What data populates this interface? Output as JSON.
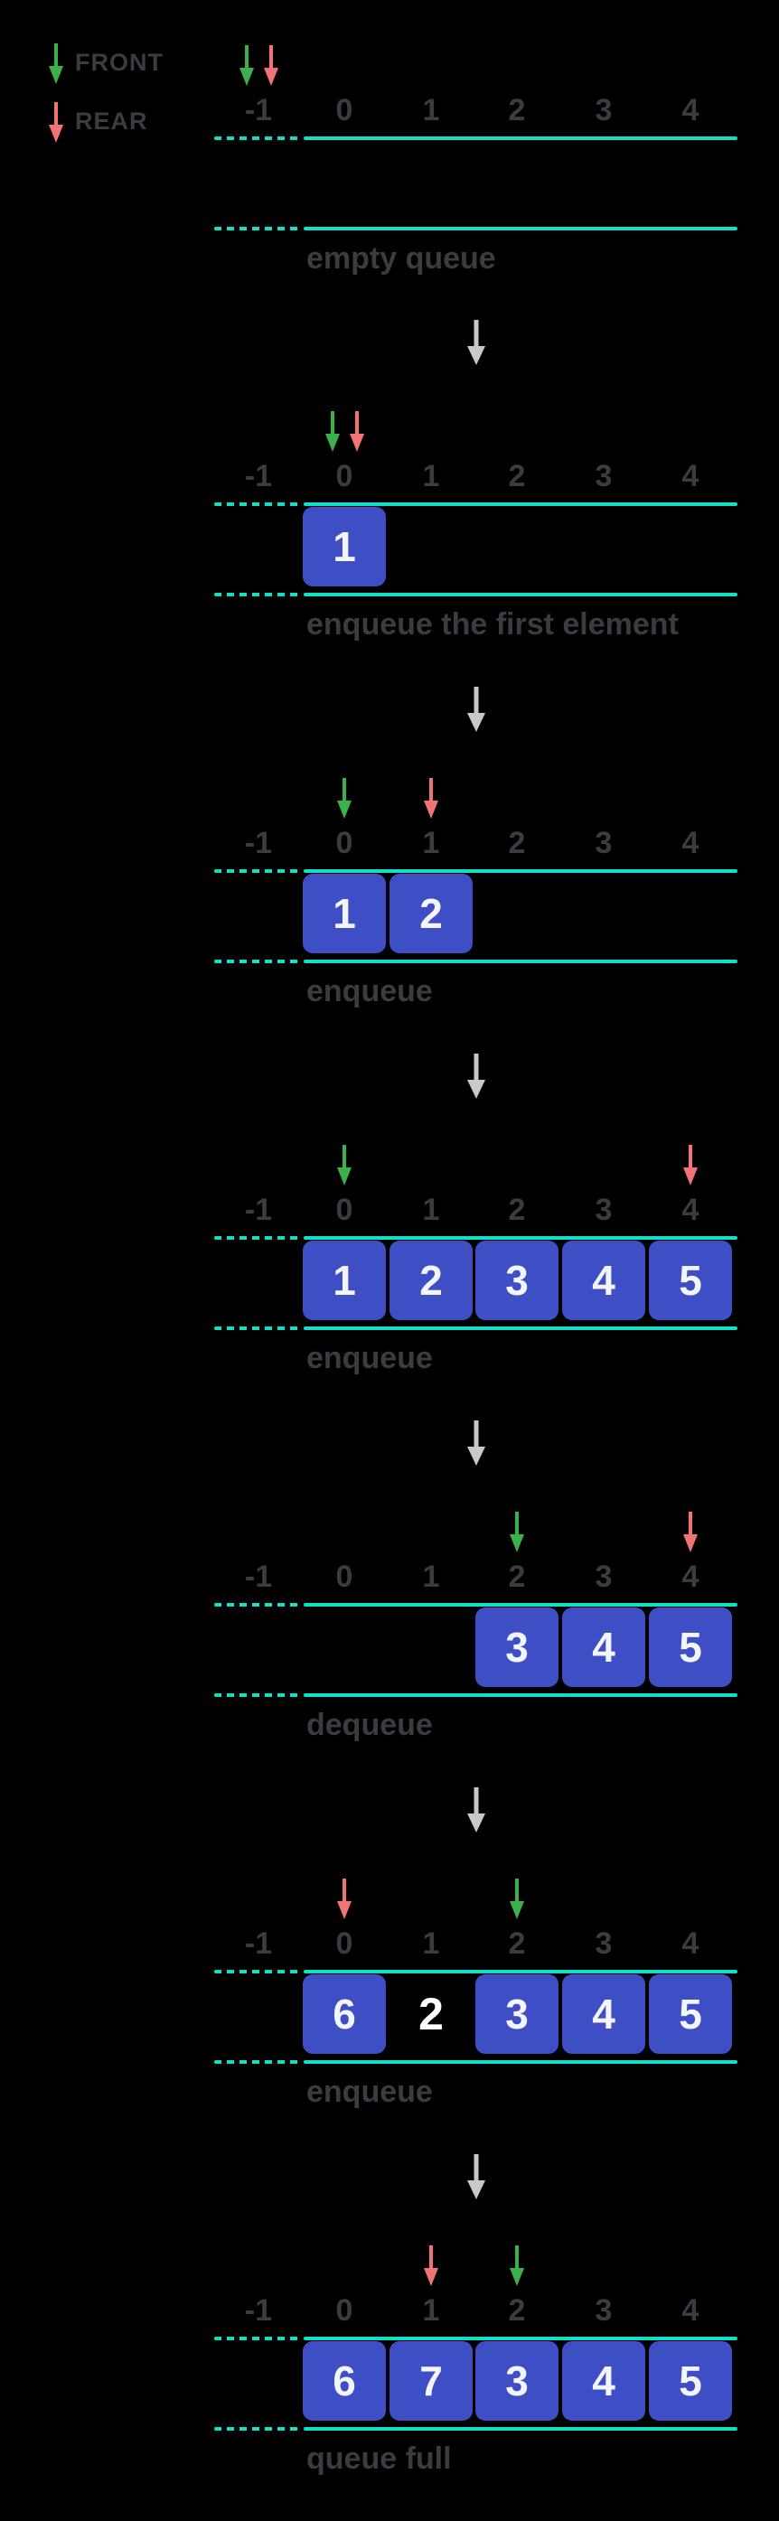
{
  "colors": {
    "bg": "#000000",
    "track": "#12E0C6",
    "box": "#3E4EC5",
    "boxText": "#F4F5FC",
    "plain": "#FFFFFF",
    "label": "#3B3C42",
    "front": "#3CB04A",
    "rear": "#F17373",
    "transition": "#C9C9C9"
  },
  "legend": {
    "front_label": "FRONT",
    "rear_label": "REAR"
  },
  "indices": [
    "-1",
    "0",
    "1",
    "2",
    "3",
    "4"
  ],
  "sections": [
    {
      "id": "empty-queue",
      "caption": "empty queue",
      "front_at": "-1",
      "rear_at": "-1",
      "arrows_paired": true,
      "cells": []
    },
    {
      "id": "enqueue-first",
      "caption": "enqueue the first element",
      "front_at": "0",
      "rear_at": "0",
      "arrows_paired": true,
      "cells": [
        {
          "index": "0",
          "value": "1",
          "boxed": true
        }
      ]
    },
    {
      "id": "enqueue-second",
      "caption": "enqueue",
      "front_at": "0",
      "rear_at": "1",
      "arrows_paired": false,
      "cells": [
        {
          "index": "0",
          "value": "1",
          "boxed": true
        },
        {
          "index": "1",
          "value": "2",
          "boxed": true
        }
      ]
    },
    {
      "id": "enqueue-until-full",
      "caption": "enqueue",
      "front_at": "0",
      "rear_at": "4",
      "arrows_paired": false,
      "cells": [
        {
          "index": "0",
          "value": "1",
          "boxed": true
        },
        {
          "index": "1",
          "value": "2",
          "boxed": true
        },
        {
          "index": "2",
          "value": "3",
          "boxed": true
        },
        {
          "index": "3",
          "value": "4",
          "boxed": true
        },
        {
          "index": "4",
          "value": "5",
          "boxed": true
        }
      ]
    },
    {
      "id": "dequeue",
      "caption": "dequeue",
      "front_at": "2",
      "rear_at": "4",
      "arrows_paired": false,
      "cells": [
        {
          "index": "2",
          "value": "3",
          "boxed": true
        },
        {
          "index": "3",
          "value": "4",
          "boxed": true
        },
        {
          "index": "4",
          "value": "5",
          "boxed": true
        }
      ]
    },
    {
      "id": "enqueue-wrap-around",
      "caption": "enqueue",
      "front_at": "2",
      "rear_at": "0",
      "arrows_paired": false,
      "cells": [
        {
          "index": "0",
          "value": "6",
          "boxed": true
        },
        {
          "index": "1",
          "value": "2",
          "boxed": false
        },
        {
          "index": "2",
          "value": "3",
          "boxed": true
        },
        {
          "index": "3",
          "value": "4",
          "boxed": true
        },
        {
          "index": "4",
          "value": "5",
          "boxed": true
        }
      ]
    },
    {
      "id": "queue-full",
      "caption": "queue full",
      "front_at": "2",
      "rear_at": "1",
      "arrows_paired": false,
      "cells": [
        {
          "index": "0",
          "value": "6",
          "boxed": true
        },
        {
          "index": "1",
          "value": "7",
          "boxed": true
        },
        {
          "index": "2",
          "value": "3",
          "boxed": true
        },
        {
          "index": "3",
          "value": "4",
          "boxed": true
        },
        {
          "index": "4",
          "value": "5",
          "boxed": true
        }
      ]
    }
  ]
}
